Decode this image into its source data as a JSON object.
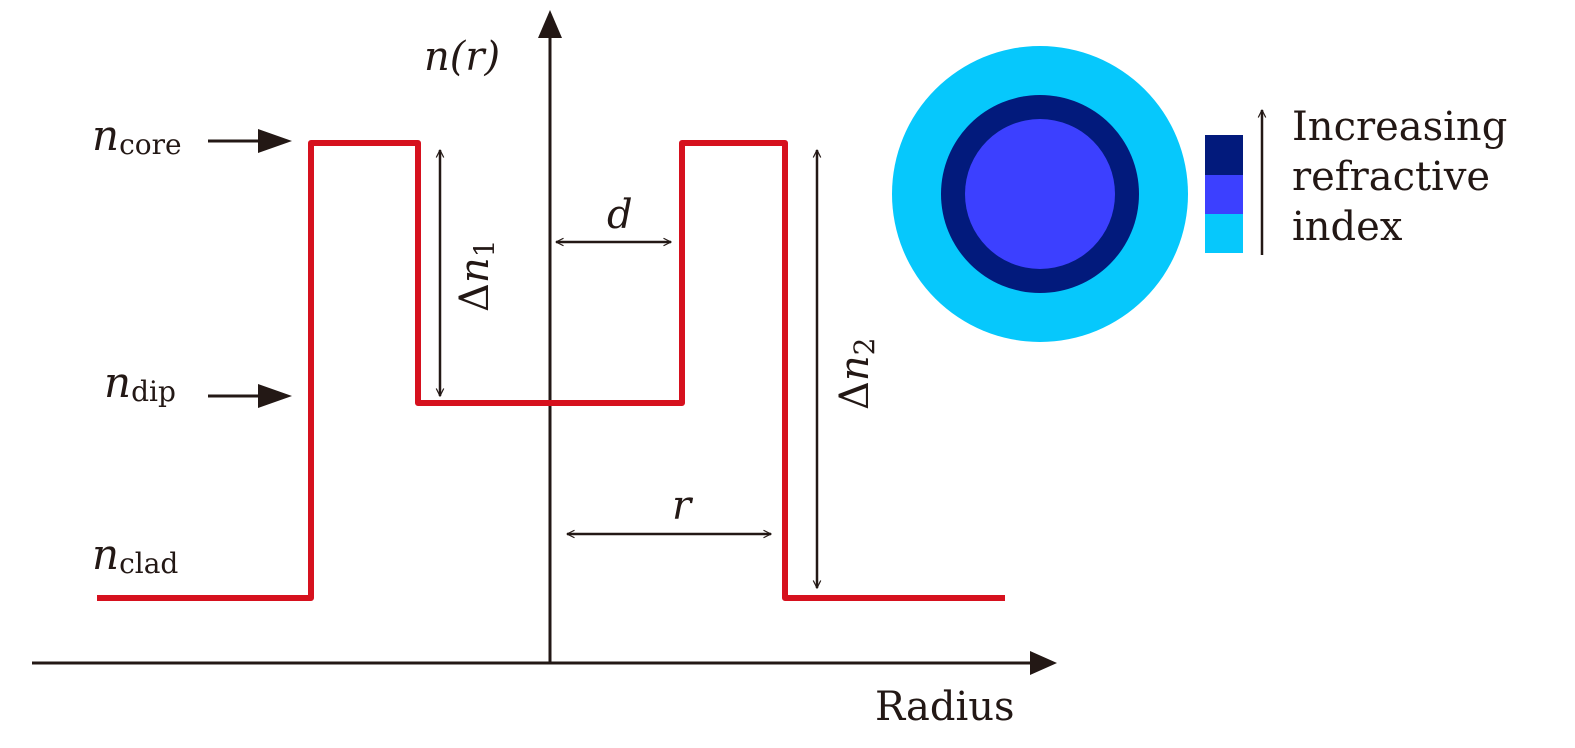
{
  "axes": {
    "y_label_n": "n",
    "y_label_r": "(r)",
    "x_label": "Radius"
  },
  "levels": {
    "core": {
      "symbol": "n",
      "sub": "core"
    },
    "dip": {
      "symbol": "n",
      "sub": "dip"
    },
    "clad": {
      "symbol": "n",
      "sub": "clad"
    }
  },
  "dimensions": {
    "delta_n1": {
      "delta": "Δ",
      "n": "n",
      "sub": "1"
    },
    "delta_n2": {
      "delta": "Δ",
      "n": "n",
      "sub": "2"
    },
    "d": "d",
    "r": "r"
  },
  "legend": {
    "line1": "Increasing",
    "line2": "refractive",
    "line3": "index",
    "swatch_colors": [
      "#021a7c",
      "#3c40ff",
      "#06c8fc"
    ]
  },
  "colors": {
    "profile": "#d6111e",
    "axis": "#231815",
    "outer_ring": "#06c8fc",
    "middle_ring": "#021a7c",
    "inner_core": "#3c40ff"
  }
}
